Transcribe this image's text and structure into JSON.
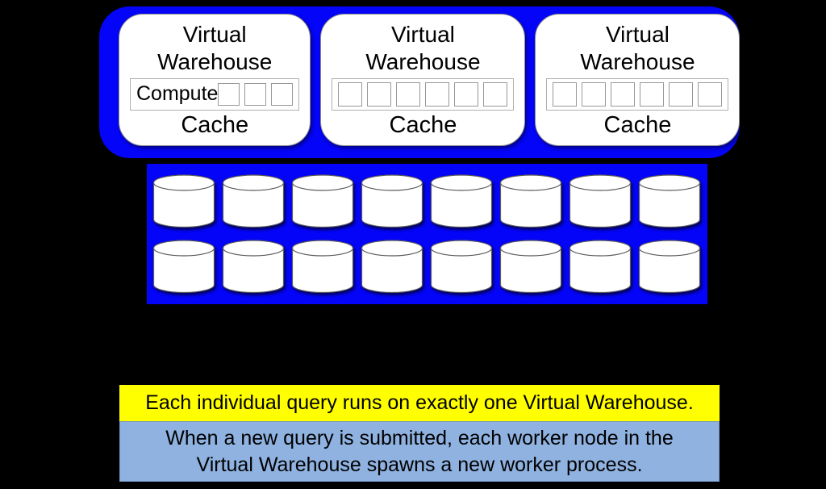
{
  "diagram": {
    "cluster": {
      "warehouses": [
        {
          "title": "Virtual Warehouse",
          "compute_label": "Compute",
          "compute_nodes": 3,
          "cache_label": "Cache"
        },
        {
          "title": "Virtual Warehouse",
          "compute_label": "",
          "compute_nodes": 6,
          "cache_label": "Cache"
        },
        {
          "title": "Virtual Warehouse",
          "compute_label": "",
          "compute_nodes": 6,
          "cache_label": "Cache"
        }
      ]
    },
    "storage": {
      "rows": 2,
      "cylinders_per_row": 8
    },
    "notes": [
      {
        "text": "Each individual query runs on exactly one Virtual Warehouse.",
        "bg": "#FFFF00"
      },
      {
        "text": "When a new query is submitted, each worker node in the Virtual Warehouse spawns a new worker process.",
        "bg": "#8FB2E0"
      }
    ],
    "colors": {
      "background": "#000000",
      "cluster_blue": "#0404F8",
      "warehouse_white": "#FFFFFF",
      "note_yellow": "#FFFF00",
      "note_light_blue": "#8FB2E0",
      "text": "#000000"
    }
  }
}
